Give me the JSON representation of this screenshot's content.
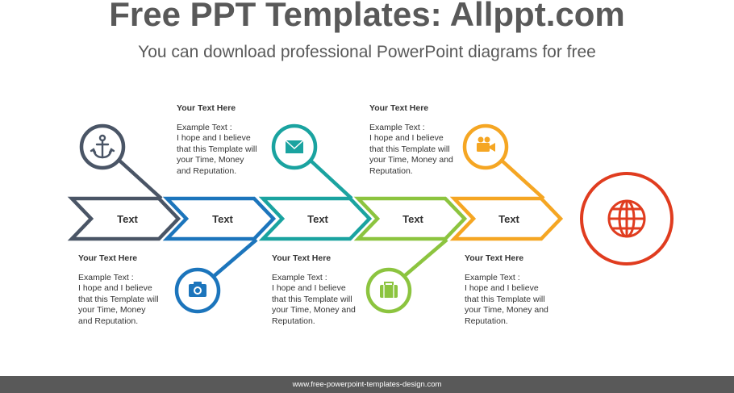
{
  "header": {
    "title": "Free PPT Templates: Allppt.com",
    "subtitle": "You can download professional PowerPoint diagrams for free"
  },
  "steps": [
    {
      "label": "Text",
      "color": "#4a5566",
      "icon": "anchor-icon"
    },
    {
      "label": "Text",
      "color": "#1c75bc",
      "icon": "camera-icon"
    },
    {
      "label": "Text",
      "color": "#1aa3a0",
      "icon": "envelope-icon"
    },
    {
      "label": "Text",
      "color": "#8cc43f",
      "icon": "briefcase-icon"
    },
    {
      "label": "Text",
      "color": "#f5a623",
      "icon": "video-camera-icon"
    }
  ],
  "goal": {
    "color": "#e03c1f",
    "icon": "globe-icon"
  },
  "captions": [
    {
      "title": "Your Text  Here",
      "body": "Example Text :\nI hope and I believe\nthat this Template will\nyour Time, Money\nand Reputation."
    },
    {
      "title": "Your Text  Here",
      "body": "Example Text :\nI hope and I believe\nthat this Template will\nyour Time, Money\nand Reputation."
    },
    {
      "title": "Your Text  Here",
      "body": "Example Text :\nI hope and I believe\nthat this Template will\nyour Time, Money and\nReputation."
    },
    {
      "title": "Your Text  Here",
      "body": "Example Text :\nI hope and I believe\nthat this Template will\nyour Time, Money and\nReputation."
    },
    {
      "title": "Your Text  Here",
      "body": "Example Text :\nI hope and I believe\nthat this Template will\nyour Time, Money and\nReputation."
    }
  ],
  "footer": {
    "text": "www.free-powerpoint-templates-design.com"
  }
}
